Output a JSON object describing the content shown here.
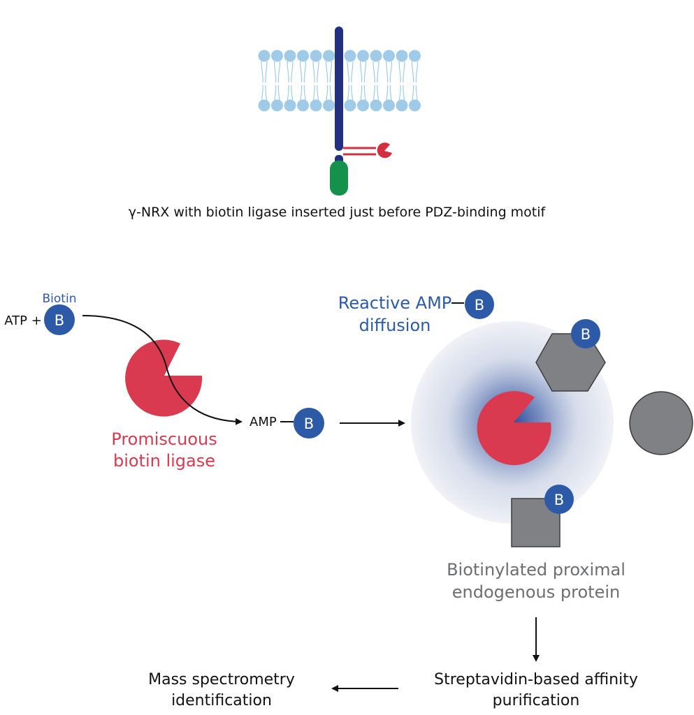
{
  "membrane_caption": "γ-NRX with biotin ligase inserted just before PDZ-binding motif",
  "reaction": {
    "atp_label": "ATP +",
    "biotin_label": "Biotin",
    "biotin_symbol": "B",
    "amp_label": "AMP",
    "amp_biotin_symbol": "B",
    "ligase_label_line1": "Promiscuous",
    "ligase_label_line2": "biotin ligase"
  },
  "diffusion": {
    "label_line1": "Reactive AMP",
    "label_line2": "diffusion",
    "label_biotin_symbol": "B",
    "hexagon_biotin_symbol": "B",
    "square_biotin_symbol": "B",
    "protein_label_line1": "Biotinylated proximal",
    "protein_label_line2": "endogenous protein"
  },
  "workflow": {
    "purification_line1": "Streptavidin-based affinity",
    "purification_line2": "purification",
    "ms_line1": "Mass spectrometry",
    "ms_line2": "identification"
  },
  "colors": {
    "lipid": "#9fcbe8",
    "transmembrane": "#23307f",
    "ligase_red": "#d93a50",
    "pdz_green": "#14914a",
    "biotin_blue": "#2d5aa7",
    "protein_gray": "#808184",
    "gray_text": "#6d6e71"
  }
}
